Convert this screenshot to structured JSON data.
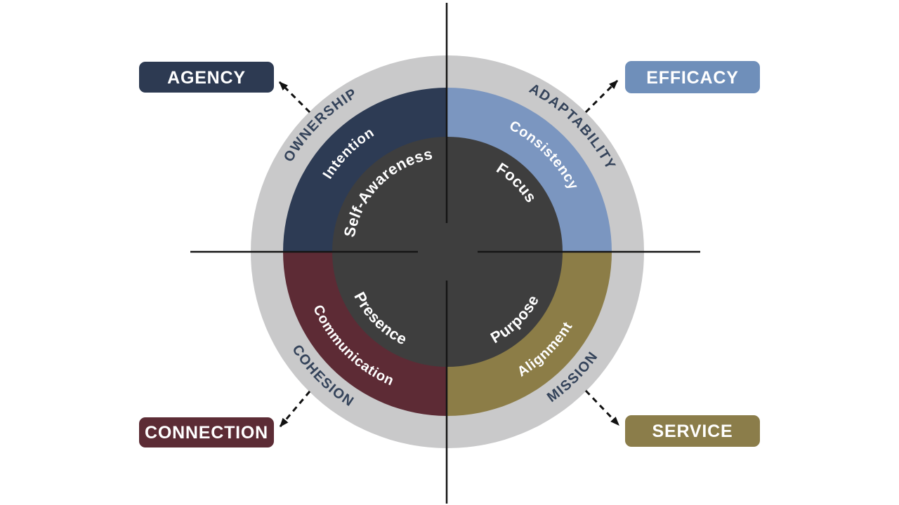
{
  "diagram": {
    "type": "quadrant-ring-wheel",
    "quadrants": [
      {
        "position": "top-left",
        "inner": "Self-Awareness",
        "middle": "Intention",
        "outer": "OWNERSHIP",
        "outcome": "AGENCY",
        "ring_color": "#2d3b54",
        "outcome_color": "#2d3a52"
      },
      {
        "position": "top-right",
        "inner": "Focus",
        "middle": "Consistency",
        "outer": "ADAPTABILITY",
        "outcome": "EFFICACY",
        "ring_color": "#7b96c0",
        "outcome_color": "#6f8fba"
      },
      {
        "position": "bottom-left",
        "inner": "Presence",
        "middle": "Communication",
        "outer": "COHESION",
        "outcome": "CONNECTION",
        "ring_color": "#5d2b35",
        "outcome_color": "#5c2c35"
      },
      {
        "position": "bottom-right",
        "inner": "Purpose",
        "middle": "Alignment",
        "outer": "MISSION",
        "outcome": "SERVICE",
        "ring_color": "#8c7d47",
        "outcome_color": "#8b7d4a"
      }
    ],
    "colors": {
      "background": "#ffffff",
      "outer_ring": "#c9c9ca",
      "inner_circle": "#3e3e3e",
      "outer_label": "#34435a",
      "ring_label": "#ffffff",
      "axis_line": "#151515",
      "arrow": "#111111"
    }
  }
}
